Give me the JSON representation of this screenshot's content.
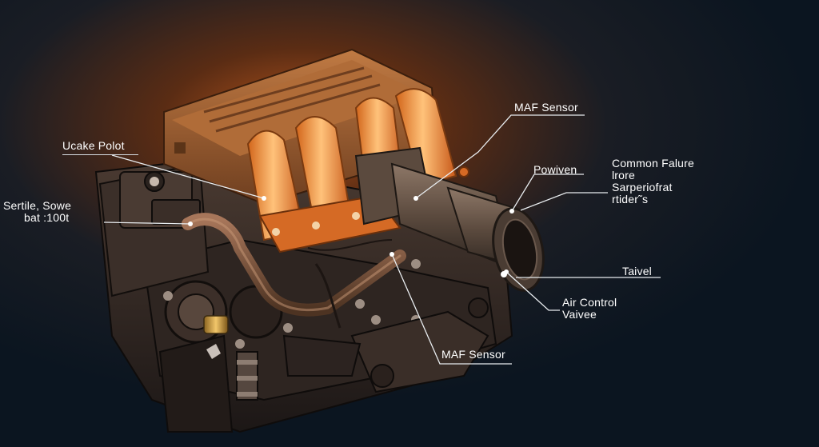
{
  "colors": {
    "background": "#0b1520",
    "glow": "#c4621e",
    "engine_block": "#3a2f2a",
    "valve_cover": "#9a5a2e",
    "runner": "#f08a2a",
    "pipe": "#6b4a34",
    "callout_line": "#e8ecef",
    "text": "#ffffff"
  },
  "labels": {
    "intake_port": "Ucake Polot",
    "sensor_bat_1": "Sertile, Sowe",
    "sensor_bat_2": "bat :100t",
    "maf_top": "MAF Sensor",
    "powiven": "Powiven",
    "failure_1": "Common Falure",
    "failure_2": "lrore",
    "failure_3": "Sarperiofrat",
    "failure_4": "rtider˜s",
    "taivel": "Taivel",
    "air_control_1": "Air Control",
    "air_control_2": "Vaivee",
    "maf_bottom": "MAF Sensor"
  }
}
